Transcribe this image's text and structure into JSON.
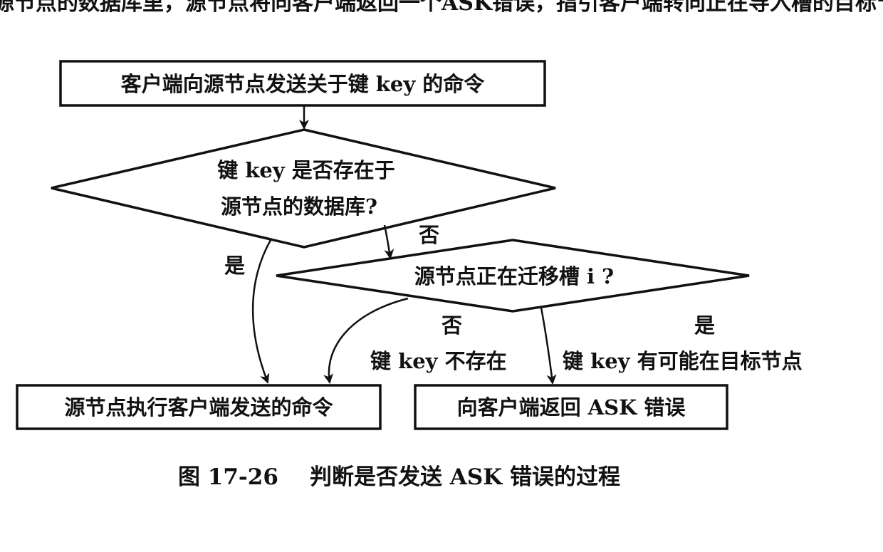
{
  "top_text_clipped": "源节点的数据库里，源节点将向客户端返回一个ASK错误，指引客户端转向正在导入槽的目标节点",
  "nodes": {
    "start": "客户端向源节点发送关于键 key 的命令",
    "decision1_line1": "键 key 是否存在于",
    "decision1_line2": "源节点的数据库?",
    "decision2": "源节点正在迁移槽 i ?",
    "execute": "源节点执行客户端发送的命令",
    "ask_error": "向客户端返回 ASK 错误"
  },
  "edges": {
    "d1_no": "否",
    "d1_yes": "是",
    "d2_no": "否",
    "d2_no_note": "键 key 不存在",
    "d2_yes": "是",
    "d2_yes_note": "键 key 有可能在目标节点"
  },
  "caption": {
    "number": "图 17-26",
    "title": "判断是否发送 ASK 错误的过程"
  }
}
